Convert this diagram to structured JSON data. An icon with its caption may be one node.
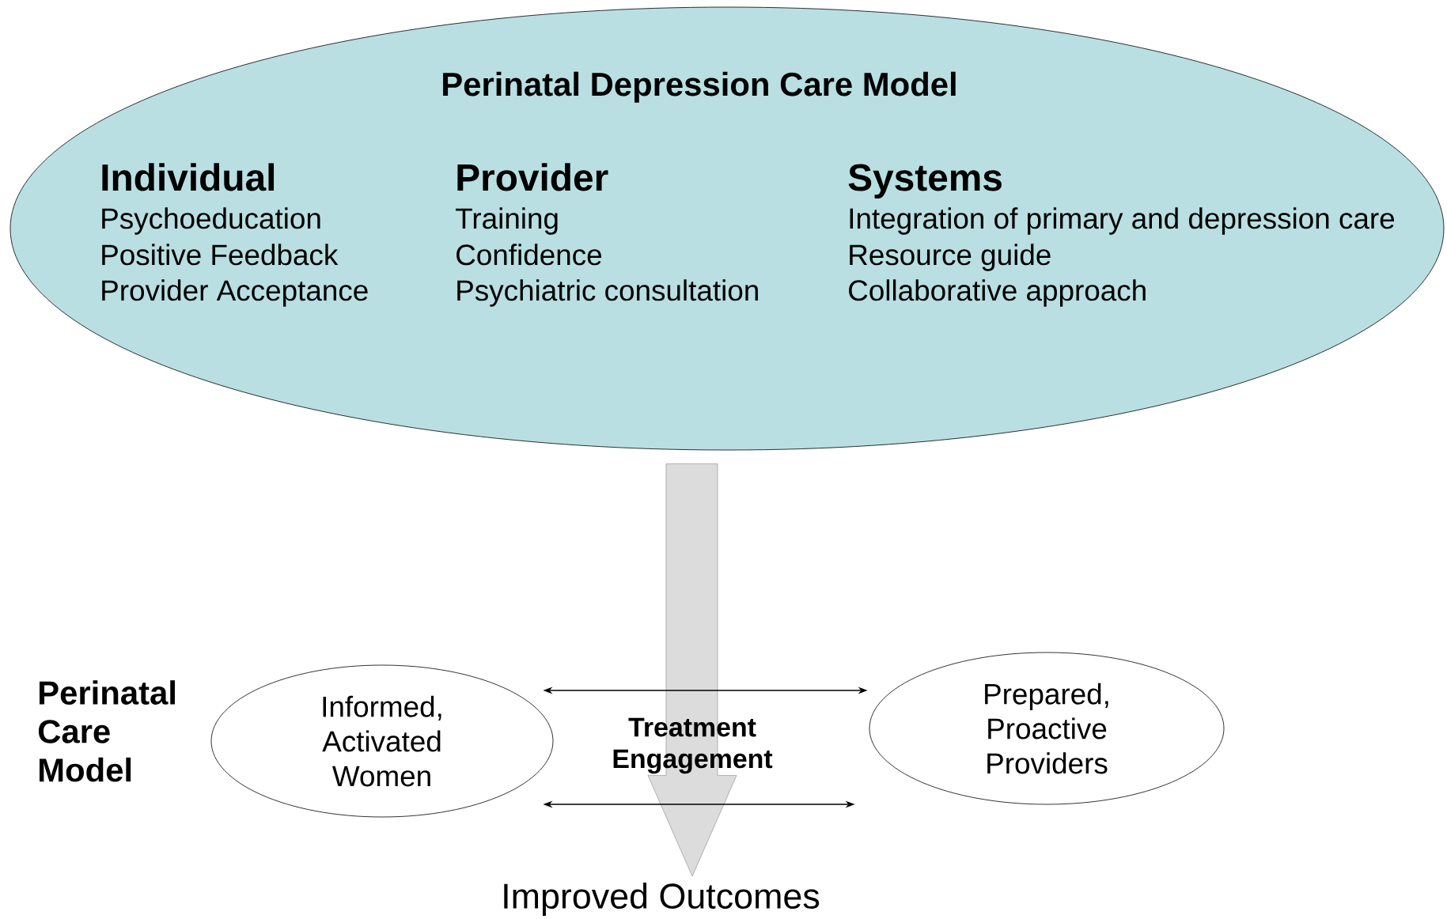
{
  "diagram": {
    "nodes": [
      {
        "text": [
          "Perinatal Depression Care Model",
          "Individual",
          "Psychoeducation",
          "Positive Feedback",
          "Provider Acceptance",
          "Provider",
          "Training",
          "Confidence",
          "Psychiatric consultation",
          "Systems",
          "Integration of primary and depression care",
          "Resource guide",
          "Collaborative approach"
        ]
      },
      {
        "text": [
          "Informed, Activated Women"
        ]
      },
      {
        "text": [
          "Prepared, Proactive Providers"
        ]
      },
      {
        "text": [
          "Improved Outcomes"
        ]
      }
    ],
    "edges": [
      {
        "from": 0,
        "to": 3,
        "arrow": "to",
        "style": "thick",
        "color": "#dcdcdc"
      },
      {
        "from": 1,
        "to": 2,
        "arrow": "both"
      },
      {
        "from": 1,
        "to": 2,
        "arrow": "both"
      }
    ],
    "labels": [
      "Perinatal Care Model",
      "Treatment Engagement"
    ]
  }
}
